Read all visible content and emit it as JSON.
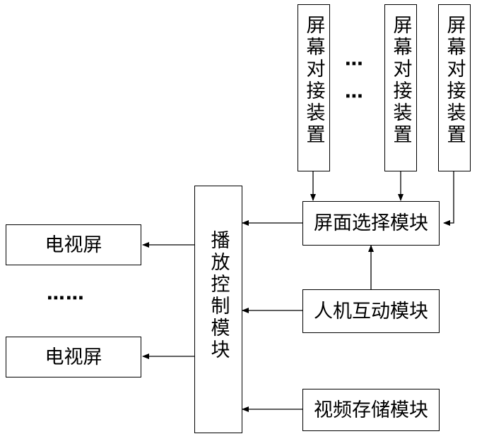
{
  "diagram": {
    "screen_docking_device": [
      "屏幕对接装置",
      "屏幕对接装置",
      "屏幕对接装置"
    ],
    "ellipsis_top": [
      "⋯",
      "⋯"
    ],
    "screen_select_module": "屏面选择模块",
    "hci_module": "人机互动模块",
    "video_storage_module": "视频存储模块",
    "playback_control_module": "播放控制模块",
    "tv_screen_top": "电视屏",
    "tv_ellipsis": "⋯⋯",
    "tv_screen_bottom": "电视屏"
  }
}
